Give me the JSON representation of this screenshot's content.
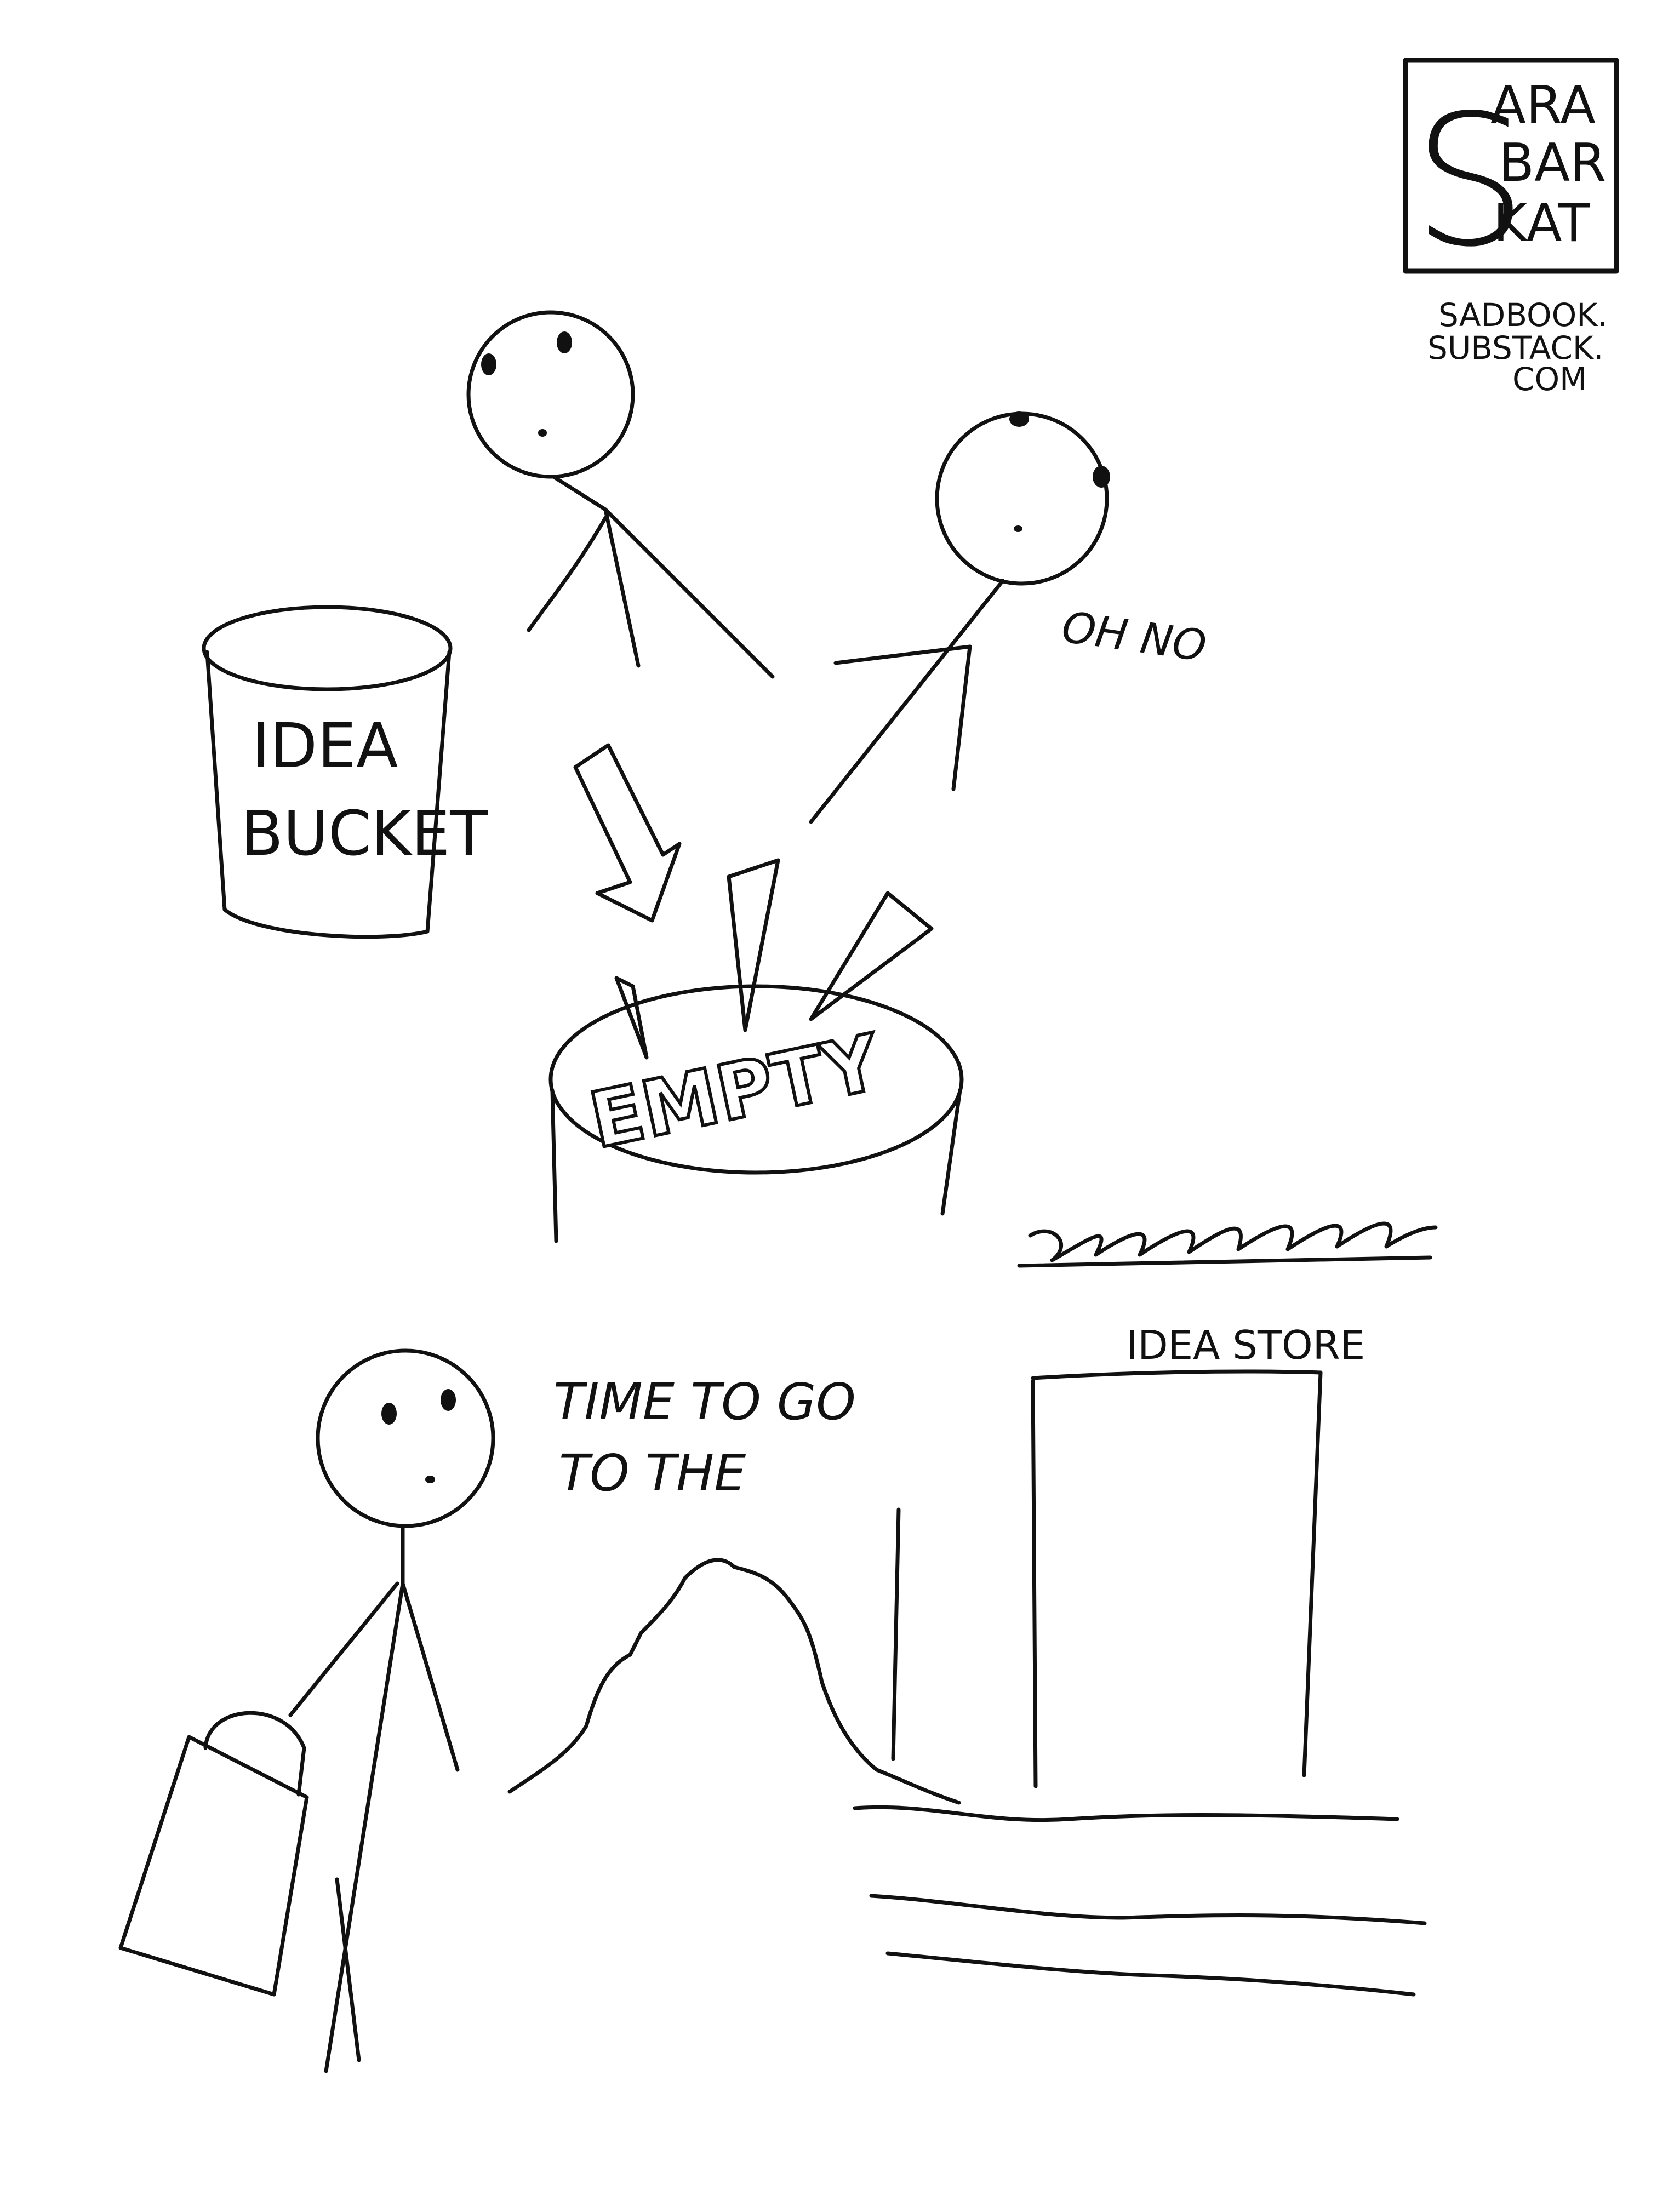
{
  "logo": {
    "line1": "ARA",
    "line2": "BAR",
    "line3": "KAT",
    "big_letter": "S"
  },
  "credit": {
    "line1": "SADBOOK.",
    "line2": "SUBSTACK.",
    "line3": "COM"
  },
  "panel1": {
    "bucket_label_line1": "IDEA",
    "bucket_label_line2": "BUCKET",
    "speech": "OH NO",
    "empty_label": "EMPTY"
  },
  "panel2": {
    "speech_line1": "TIME TO GO",
    "speech_line2": "TO THE",
    "store_sign": "IDEA STORE"
  },
  "colors": {
    "ink": "#111111",
    "paper": "#ffffff"
  }
}
